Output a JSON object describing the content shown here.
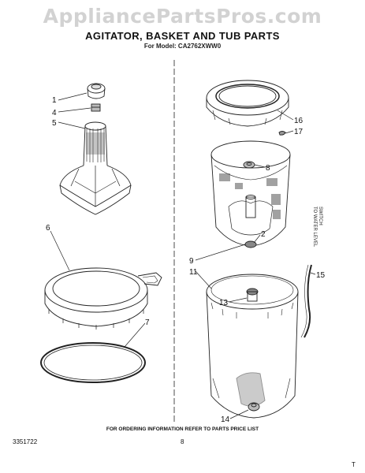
{
  "watermark": "AppliancePartsPros.com",
  "title": "AGITATOR, BASKET AND TUB PARTS",
  "subtitle": "For Model: CA2762XWW0",
  "callouts": [
    "1",
    "4",
    "5",
    "6",
    "7",
    "16",
    "17",
    "8",
    "2",
    "9",
    "11",
    "15",
    "13",
    "14"
  ],
  "side_label": [
    "TO WATER LEVEL",
    "SWITCH"
  ],
  "footer": {
    "ordering_note": "FOR ORDERING INFORMATION REFER TO PARTS PRICE LIST",
    "part_code": "3351722",
    "page_number": "8",
    "corner_mark": "T"
  }
}
